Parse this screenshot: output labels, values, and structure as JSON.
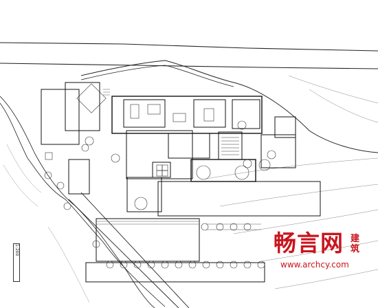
{
  "drawing": {
    "scale_note": "1:200",
    "watermark": {
      "brand_main": "畅言网",
      "brand_side": "建筑",
      "url": "www.archcy.com"
    }
  }
}
